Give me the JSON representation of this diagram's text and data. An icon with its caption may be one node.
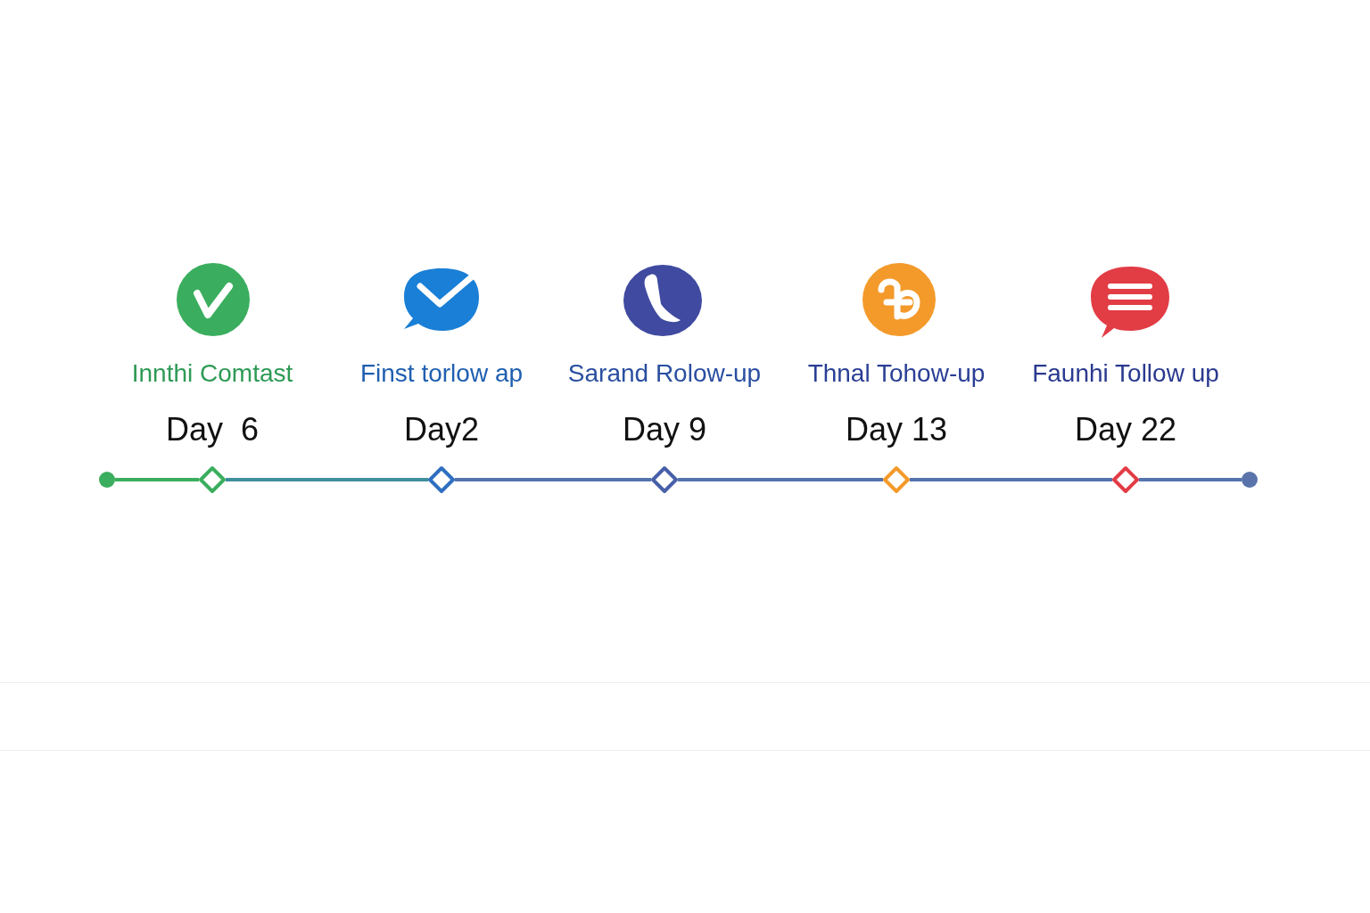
{
  "diagram": {
    "nodes": [
      {
        "text": [],
        "shape": "circle"
      },
      {
        "text": [],
        "shape": "diamond",
        "beside": [
          "Innthi Comtast",
          "Day  6"
        ]
      },
      {
        "text": [],
        "shape": "diamond",
        "beside": [
          "Finst torlow ap",
          "Day2"
        ]
      },
      {
        "text": [],
        "shape": "diamond",
        "beside": [
          "Sarand Rolow-up",
          "Day 9"
        ]
      },
      {
        "text": [],
        "shape": "diamond",
        "beside": [
          "Thnal Tohow-up",
          "Day 13"
        ]
      },
      {
        "text": [],
        "shape": "diamond",
        "beside": [
          "Faunhi Tollow up",
          "Day 22"
        ]
      },
      {
        "text": [],
        "shape": "circle"
      }
    ],
    "edges": [
      {
        "from": 0,
        "to": 1,
        "arrow": "none",
        "color": "#3aae5e"
      },
      {
        "from": 1,
        "to": 2,
        "arrow": "none",
        "color": "#3f8f9c"
      },
      {
        "from": 2,
        "to": 3,
        "arrow": "none"
      },
      {
        "from": 3,
        "to": 4,
        "arrow": "none"
      },
      {
        "from": 4,
        "to": 5,
        "arrow": "none"
      },
      {
        "from": 5,
        "to": 6,
        "arrow": "none"
      }
    ]
  }
}
